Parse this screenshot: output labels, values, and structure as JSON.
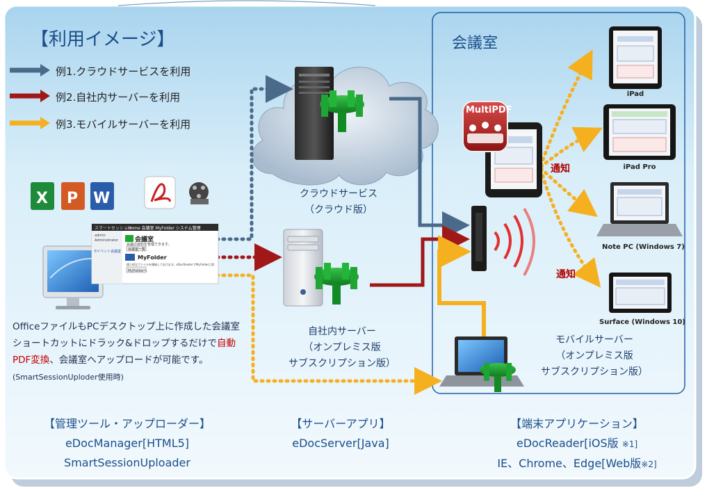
{
  "title": "【利用イメージ】",
  "legend": [
    {
      "label": "例1.クラウドサービスを利用",
      "color": "#4a6a8a"
    },
    {
      "label": "例2.自社内サーバーを利用",
      "color": "#a01818"
    },
    {
      "label": "例3.モバイルサーバーを利用",
      "color": "#f5b020"
    }
  ],
  "room_label": "会議室",
  "cloud": {
    "line1": "クラウドサービス",
    "line2": "（クラウド版）"
  },
  "onprem": {
    "line1": "自社内サーバー",
    "line2": "（オンプレミス版",
    "line3": "サブスクリプション版）"
  },
  "mobile_server": {
    "line1": "モバイルサーバー",
    "line2": "（オンプレミス版",
    "line3": "サブスクリプション版）"
  },
  "app_icon_label": "MultiPDF",
  "notify": "通知",
  "devices": [
    {
      "label": "iPad"
    },
    {
      "label": "iPad Pro"
    },
    {
      "label": "Note PC (Windows 7)"
    },
    {
      "label": "Surface (Windows 10)"
    }
  ],
  "file_icons": [
    "excel-icon",
    "powerpoint-icon",
    "word-icon",
    "pdf-icon",
    "mp4-icon"
  ],
  "screen": {
    "brand": "スマートセッション",
    "tabs": [
      "Home",
      "会議室",
      "MyFolder",
      "システム管理"
    ],
    "heading": "会議室",
    "button": "会議室一覧",
    "folder": "MyFolder",
    "user_line1": "admin",
    "user_line2": "Administrator",
    "side_link": "Eイベント会議室",
    "desc1": "会議の資料を管理できます。",
    "desc2": "個人的なファイルを格納しておけます。eDocReaderでMyFolderに保存した資料が閲覧できます。",
    "button2": "MyFolderへ"
  },
  "description": {
    "part1": "Officeファイルも",
    "part2": "PCデスクトップ上に作成した会議室ショートカットにドラック&ドロップするだけで",
    "highlight": "自動PDF変換",
    "part3": "、会議室へアップロードが可能です。",
    "note": "(SmartSessionUploder使用時)"
  },
  "bottom": [
    {
      "heading": "【管理ツール・アップローダー】",
      "line1": "eDocManager[HTML5]",
      "line2": "SmartSessionUploader"
    },
    {
      "heading": "【サーバーアプリ】",
      "line1": "eDocServer[Java]",
      "line2": ""
    },
    {
      "heading": "【端末アプリケーション】",
      "line1": "eDocReader[iOS版",
      "note1": "※1]",
      "line2": "IE、Chrome、Edge[Web版",
      "note2": "※2]"
    }
  ],
  "colors": {
    "cloud_line": "#4a6a8a",
    "onprem_line": "#a01818",
    "mobile_line": "#f5b020",
    "accent": "#1a4e8a"
  }
}
